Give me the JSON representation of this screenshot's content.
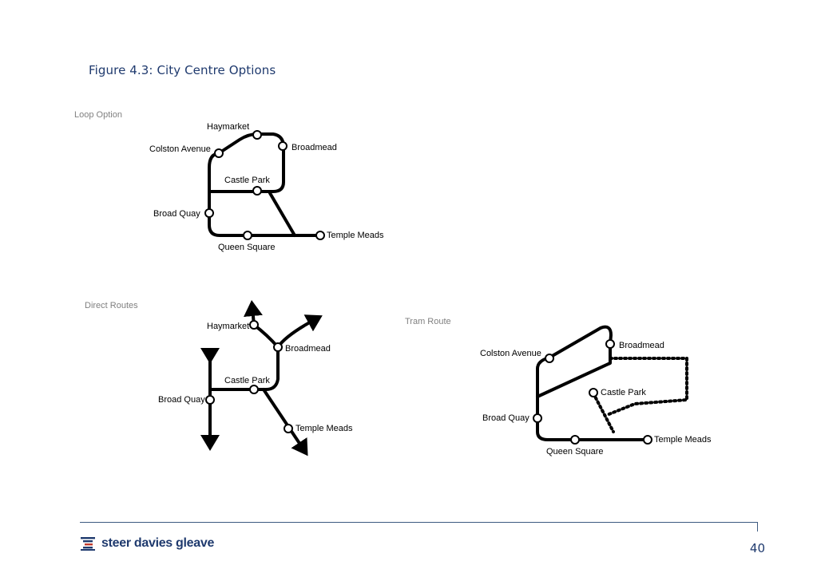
{
  "title": "Figure 4.3: City Centre Options",
  "panels": {
    "loop": {
      "label": "Loop Option",
      "stations": {
        "haymarket": "Haymarket",
        "colston_avenue": "Colston Avenue",
        "broadmead": "Broadmead",
        "castle_park": "Castle Park",
        "broad_quay": "Broad Quay",
        "temple_meads": "Temple Meads",
        "queen_square": "Queen Square"
      }
    },
    "direct": {
      "label": "Direct Routes",
      "stations": {
        "haymarket": "Haymarket",
        "broadmead": "Broadmead",
        "castle_park": "Castle Park",
        "broad_quay": "Broad Quay",
        "temple_meads": "Temple Meads"
      }
    },
    "tram": {
      "label": "Tram Route",
      "stations": {
        "colston_avenue": "Colston Avenue",
        "broadmead": "Broadmead",
        "castle_park": "Castle Park",
        "broad_quay": "Broad Quay",
        "temple_meads": "Temple Meads",
        "queen_square": "Queen Square"
      }
    }
  },
  "footer": {
    "company": "steer davies gleave",
    "page_number": "40"
  },
  "colors": {
    "title": "#1f3a6e",
    "panel_label": "#808080",
    "line": "#000000",
    "footer_rule": "#3d5a80"
  },
  "icons": {
    "logo": "sdg-stripes-logo-icon"
  }
}
